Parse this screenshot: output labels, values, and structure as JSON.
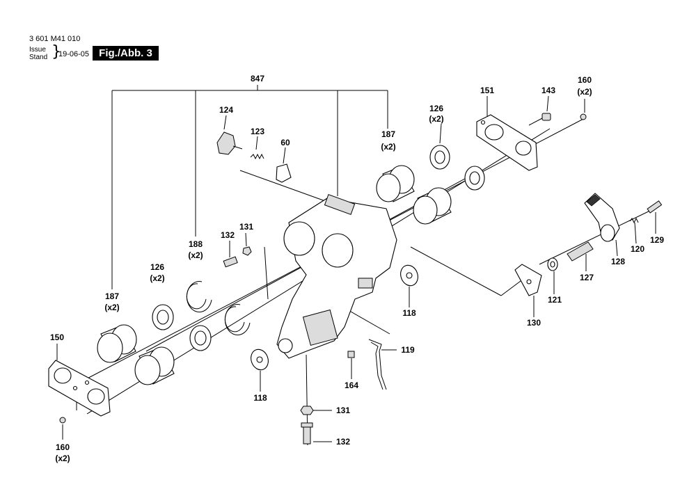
{
  "header": {
    "doc_number": "3 601 M41 010",
    "issue_label": "Issue",
    "stand_label": "Stand",
    "date": "19-06-05",
    "figure_label": "Fig./Abb. 3"
  },
  "callouts": {
    "c847": "847",
    "c124": "124",
    "c123": "123",
    "c60": "60",
    "c187_top": "187",
    "c187_top_qty": "(x2)",
    "c126_top": "126",
    "c126_top_qty": "(x2)",
    "c151": "151",
    "c143": "143",
    "c160_top": "160",
    "c160_top_qty": "(x2)",
    "c188": "188",
    "c188_qty": "(x2)",
    "c132_top": "132",
    "c131_top": "131",
    "c126_left": "126",
    "c126_left_qty": "(x2)",
    "c187_left": "187",
    "c187_left_qty": "(x2)",
    "c150": "150",
    "c160_bottom": "160",
    "c160_bottom_qty": "(x2)",
    "c118_right": "118",
    "c118_left": "118",
    "c119": "119",
    "c164": "164",
    "c131_bottom": "131",
    "c132_bottom": "132",
    "c130": "130",
    "c121": "121",
    "c127": "127",
    "c128": "128",
    "c120": "120",
    "c129": "129"
  }
}
